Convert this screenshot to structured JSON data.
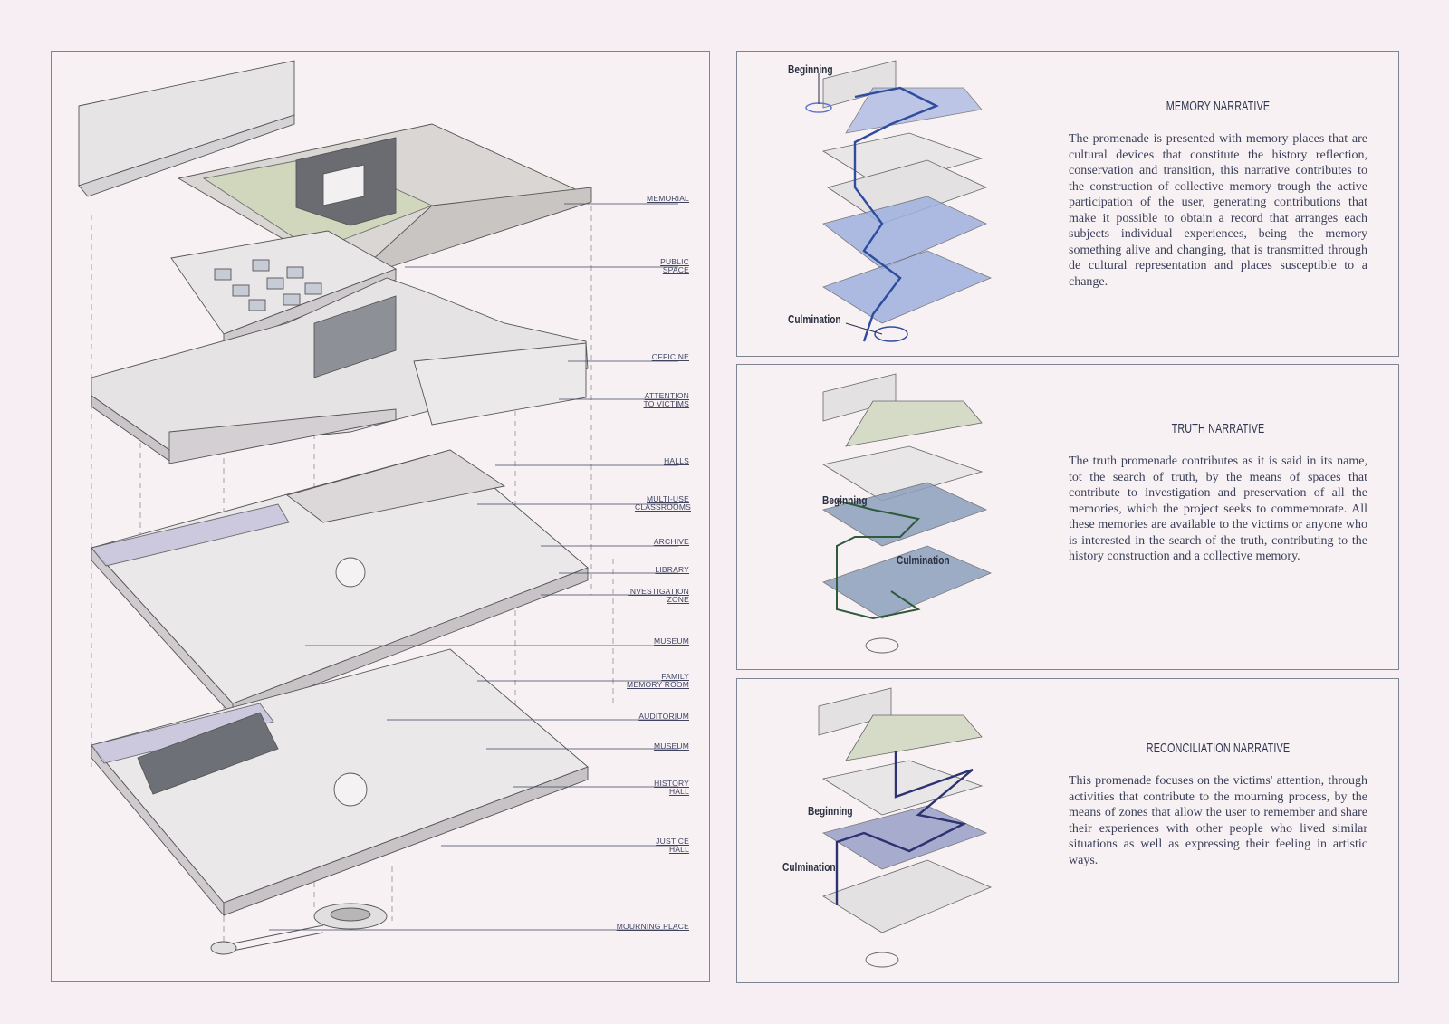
{
  "left": {
    "labels": [
      "Memorial",
      "Public Space",
      "Officine",
      "Attention to victims",
      "Halls",
      "Multi-use Classrooms",
      "Archive",
      "Library",
      "Investigation Zone",
      "Museum",
      "Family Memory Room",
      "Auditorium",
      "Museum",
      "History Hall",
      "Justice Hall",
      "Mourning Place"
    ]
  },
  "narratives": [
    {
      "title": "MEMORY NARRATIVE",
      "text": "The promenade is presented with memory places that are cultural devices that constitute the history reflection, conservation and transition, this narrative contributes to the construction of collective memory trough the active participation of the user, generating contributions that make it possible to obtain a record that arranges each subjects individual experiences, being the memory something alive and changing, that is transmitted through de cultural representation and places susceptible to a change.",
      "beginning": "Beginning",
      "culmination": "Culmination",
      "accent": "#5a78c8"
    },
    {
      "title": "TRUTH NARRATIVE",
      "text": "The truth promenade contributes as it is said in its name, tot the search of truth, by the means of spaces that contribute to investigation and preservation of all the memories, which the project seeks to commemorate. All these memories are available to the victims or anyone who is interested in the search of the truth, contributing to the history construction and a collective memory.",
      "beginning": "Beginning",
      "culmination": "Culmination",
      "accent": "#4f6b8c"
    },
    {
      "title": "RECONCILIATION NARRATIVE",
      "text": "This promenade focuses on the victims' attention, through activities that contribute to the mourning process, by the means of zones that allow the user to remember and share their experiences with other people who lived similar situations as well as expressing their feeling in artistic ways.",
      "beginning": "Beginning",
      "culmination": "Culmination",
      "accent": "#3a3f78"
    }
  ]
}
